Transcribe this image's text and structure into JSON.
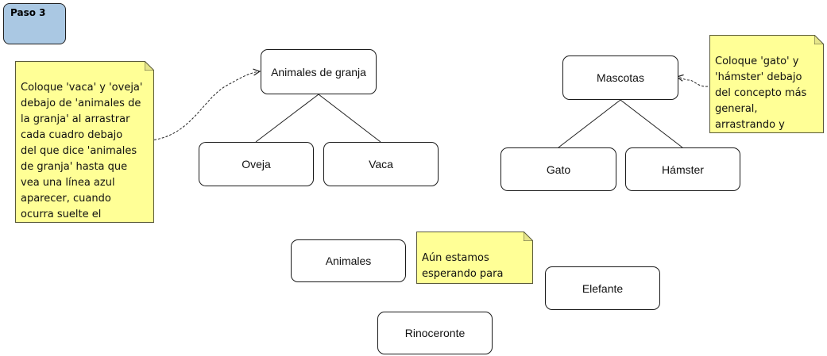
{
  "step": {
    "label": "Paso 3"
  },
  "nodes": {
    "farm_animals": "Animales de granja",
    "sheep": "Oveja",
    "cow": "Vaca",
    "pets": "Mascotas",
    "cat": "Gato",
    "hamster": "Hámster",
    "animals": "Animales",
    "elephant": "Elefante",
    "rhino": "Rinoceronte"
  },
  "notes": {
    "farm_instruction": "Coloque 'vaca' y 'oveja'\ndebajo de 'animales de\nla granja' al arrastrar\ncada cuadro debajo\ndel que dice 'animales\nde granja' hasta que\nvea una línea azul\naparecer, cuando\nocurra suelte el\ncuadro",
    "pets_instruction": "Coloque 'gato' y\n'hámster' debajo\ndel concepto más\ngeneral,\narrastrando y\nsoltando.",
    "pending": "Aún estamos\nesperando para\nacomodar éstos."
  },
  "colors": {
    "badge": "#aac8e3",
    "note": "#ffff96",
    "node_border": "#1a1a1a"
  }
}
